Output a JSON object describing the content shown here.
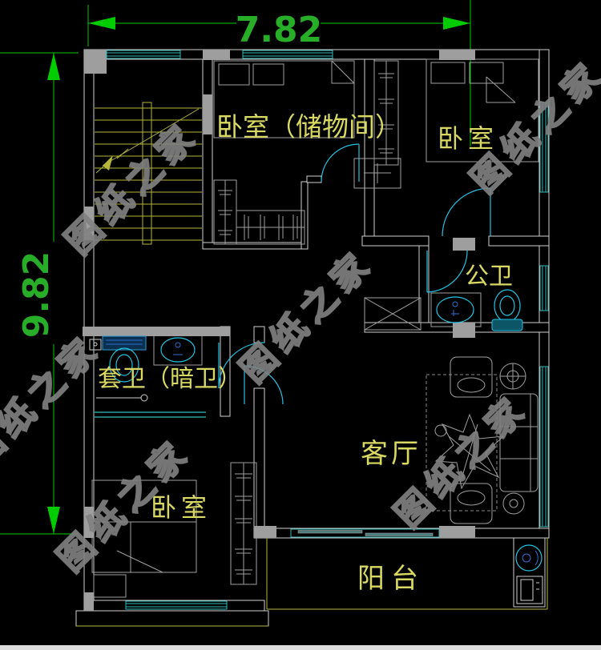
{
  "drawing": {
    "dimensions": {
      "width_label": "7.82",
      "height_label": "9.82"
    },
    "rooms": {
      "bedroom_storage": "卧室（储物间）",
      "bedroom_top_right": "卧室",
      "public_bathroom": "公卫",
      "ensuite_bathroom": "套卫（暗卫）",
      "living_room": "客厅",
      "bedroom_bottom_left": "卧室",
      "balcony": "阳台"
    },
    "watermark": "图纸之家",
    "colors": {
      "dimension_green": "#00cc00",
      "label_yellow": "#d8d862",
      "window_cyan": "#35b9b9",
      "fixture_cyan": "#21c3e3",
      "wall_white": "#cfcfcf",
      "wall_fill_gray": "#9e9e9e",
      "stair_yellow": "#b6b63c"
    }
  }
}
